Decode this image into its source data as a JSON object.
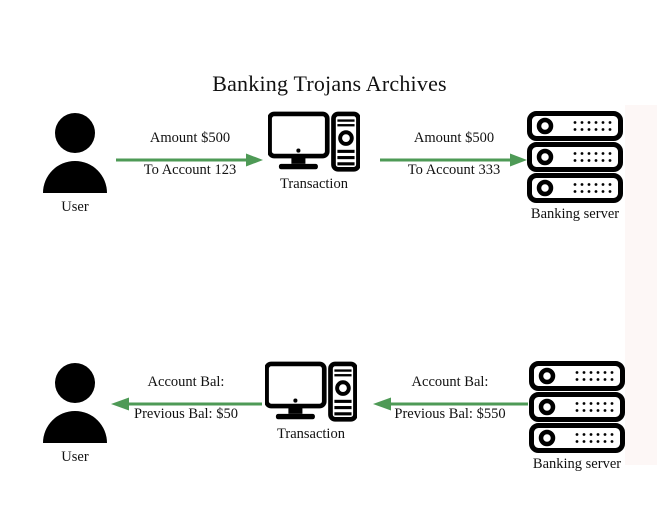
{
  "page": {
    "title": "Banking Trojans Archives",
    "accent_green": "#4e9a56",
    "icon_black": "#000000",
    "background": "#ffffff",
    "strip_color": "#fdf7f6"
  },
  "rows": [
    {
      "id": "legitimate-transaction-row",
      "nodes": [
        {
          "id": "user",
          "icon": "user-icon",
          "label": "User"
        },
        {
          "id": "transaction",
          "icon": "desktop-computer-icon",
          "label": "Transaction"
        },
        {
          "id": "server",
          "icon": "server-rack-icon",
          "label": "Banking server"
        }
      ],
      "arrows": [
        {
          "id": "user-to-transaction",
          "direction": "right",
          "text_above": "Amount $500",
          "text_below": "To Account 123"
        },
        {
          "id": "transaction-to-server",
          "direction": "right",
          "text_above": "Amount $500",
          "text_below": "To Account 333"
        }
      ]
    },
    {
      "id": "balance-response-row",
      "nodes": [
        {
          "id": "user",
          "icon": "user-icon",
          "label": "User"
        },
        {
          "id": "transaction",
          "icon": "desktop-computer-icon",
          "label": "Transaction"
        },
        {
          "id": "server",
          "icon": "server-rack-icon",
          "label": "Banking server"
        }
      ],
      "arrows": [
        {
          "id": "transaction-to-user",
          "direction": "left",
          "text_above": "Account Bal:",
          "text_below": "Previous Bal: $50"
        },
        {
          "id": "server-to-transaction",
          "direction": "left",
          "text_above": "Account Bal:",
          "text_below": "Previous Bal: $550"
        }
      ]
    }
  ]
}
